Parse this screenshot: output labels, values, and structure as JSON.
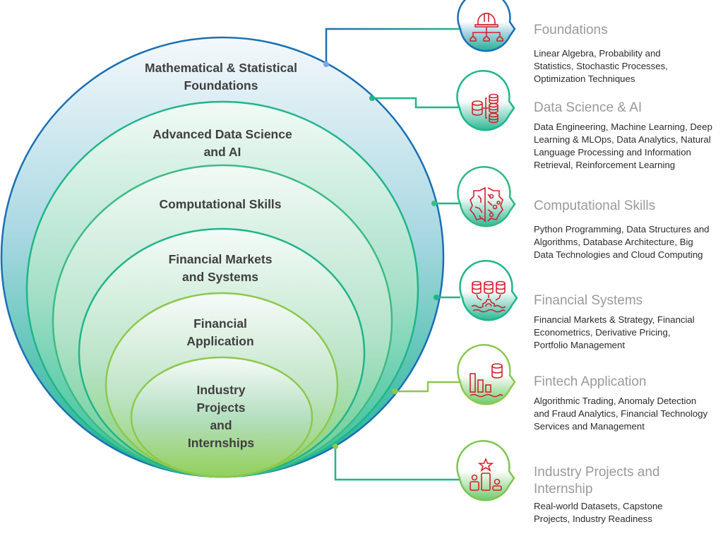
{
  "colors": {
    "outer_ring_stroke": "#1a6fb5",
    "teal_stroke": "#1fb58a",
    "green_stroke": "#8cc84b",
    "icon_red": "#d2202c",
    "title_gray": "#9a9a9a",
    "desc_text": "#2b2b2b",
    "ring_text": "#3f3f3f"
  },
  "rings": [
    {
      "lines": [
        "Mathematical & Statistical",
        "Foundations"
      ]
    },
    {
      "lines": [
        "Advanced Data Science",
        "and AI"
      ]
    },
    {
      "lines": [
        "Computational Skills"
      ]
    },
    {
      "lines": [
        "Financial Markets",
        "and Systems"
      ]
    },
    {
      "lines": [
        "Financial",
        "Application"
      ]
    },
    {
      "lines": [
        "Industry",
        "Projects",
        "and",
        "Internships"
      ]
    }
  ],
  "categories": [
    {
      "icon": "engineer-helmet-hierarchy-icon",
      "title": "Foundations",
      "description": "Linear Algebra, Probability and Statistics, Stochastic Processes, Optimization Techniques"
    },
    {
      "icon": "database-tree-icon",
      "title": "Data Science & AI",
      "description": "Data Engineering, Machine Learning, Deep Learning & MLOps, Data Analytics, Natural Language Processing and Information Retrieval, Reinforcement Learning"
    },
    {
      "icon": "brain-circuit-icon",
      "title": "Computational Skills",
      "description": "Python Programming, Data Structures and Algorithms, Database Architecture, Big Data Technologies and Cloud Computing"
    },
    {
      "icon": "databases-gear-icon",
      "title": "Financial Systems",
      "description": "Financial Markets & Strategy, Financial Econometrics, Derivative Pricing, Portfolio Management"
    },
    {
      "icon": "bar-chart-database-icon",
      "title": "Fintech Application",
      "description": "Algorithmic Trading, Anomaly Detection and Fraud Analytics, Financial Technology Services and Management"
    },
    {
      "icon": "podium-star-icon",
      "title": "Industry Projects and Internship",
      "description": "Real-world Datasets, Capstone Projects, Industry Readiness"
    }
  ]
}
